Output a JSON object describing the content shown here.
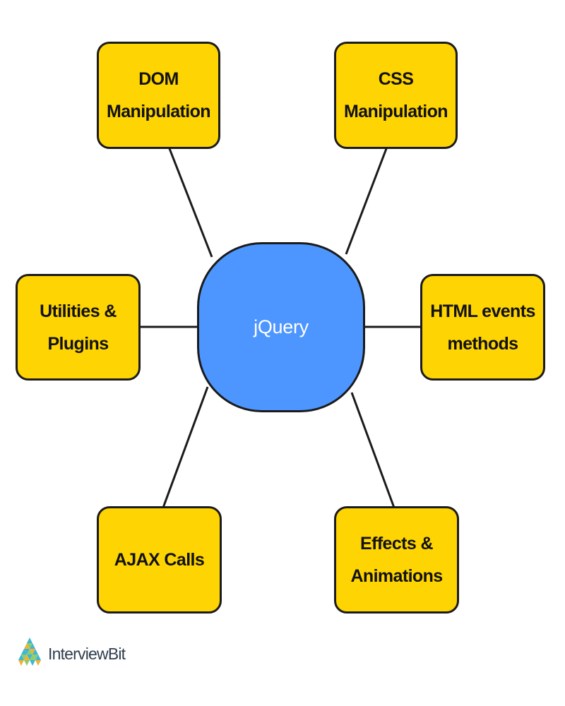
{
  "diagram": {
    "title": "jQuery",
    "center": {
      "label": "jQuery"
    },
    "nodes": {
      "dom": {
        "label": "DOM\nManipulation"
      },
      "css": {
        "label": "CSS\nManipulation"
      },
      "utilities": {
        "label": "Utilities &\nPlugins"
      },
      "html_events": {
        "label": "HTML events\nmethods"
      },
      "ajax": {
        "label": "AJAX Calls"
      },
      "effects": {
        "label": "Effects &\nAnimations"
      }
    }
  },
  "branding": {
    "logo_text": "InterviewBit",
    "logo_icon": "interviewbit-logo-icon"
  },
  "colors": {
    "node_fill": "#FED402",
    "center_fill": "#4D96FF",
    "stroke": "#1b1b1b"
  }
}
